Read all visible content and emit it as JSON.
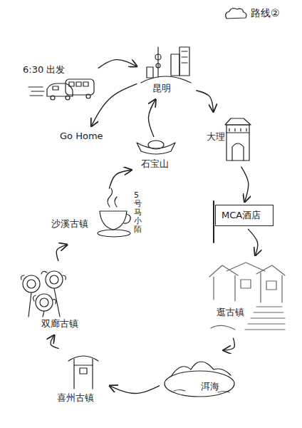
{
  "diagram": {
    "title": "路线②",
    "nodes": [
      {
        "text": [
          "6:30 出发"
        ]
      },
      {
        "text": [
          "昆明"
        ]
      },
      {
        "text": [
          "大理"
        ]
      },
      {
        "text": [
          "MCA酒店"
        ]
      },
      {
        "text": [
          "逛古镇"
        ]
      },
      {
        "text": [
          "洱海"
        ]
      },
      {
        "text": [
          "喜州古镇"
        ]
      },
      {
        "text": [
          "双廊古镇"
        ]
      },
      {
        "text": [
          "沙溪古镇"
        ]
      },
      {
        "text": [
          "石宝山"
        ]
      },
      {
        "text": [
          "Go Home"
        ]
      }
    ],
    "edges": [
      {
        "from": 0,
        "to": 1,
        "arrow": "to"
      },
      {
        "from": 1,
        "to": 2,
        "arrow": "to"
      },
      {
        "from": 2,
        "to": 3,
        "arrow": "to"
      },
      {
        "from": 3,
        "to": 4,
        "arrow": "to"
      },
      {
        "from": 4,
        "to": 5,
        "arrow": "to"
      },
      {
        "from": 5,
        "to": 6,
        "arrow": "to"
      },
      {
        "from": 6,
        "to": 7,
        "arrow": "to"
      },
      {
        "from": 7,
        "to": 8,
        "arrow": "to"
      },
      {
        "from": 8,
        "to": 9,
        "arrow": "to"
      },
      {
        "from": 9,
        "to": 1,
        "arrow": "to"
      },
      {
        "from": 1,
        "to": 10,
        "arrow": "to"
      }
    ],
    "labels": [
      "5号马小陌"
    ]
  }
}
